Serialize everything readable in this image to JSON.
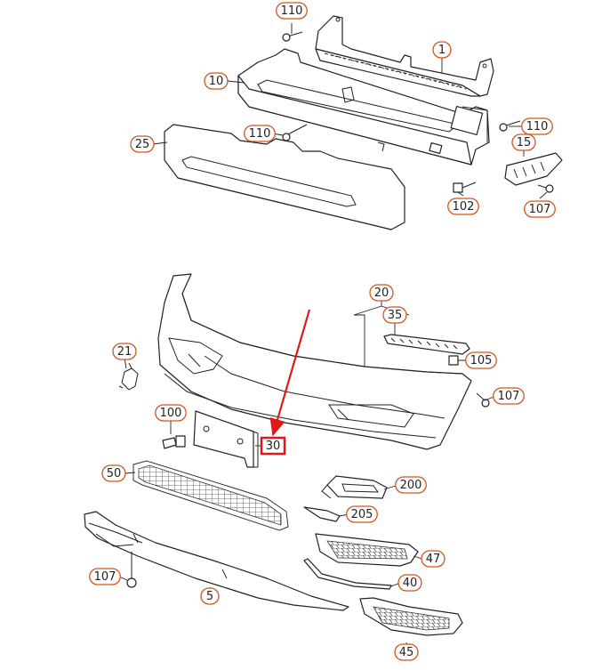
{
  "labels": {
    "l110a": "110",
    "l1": "1",
    "l10": "10",
    "l110b": "110",
    "l110c": "110",
    "l15": "15",
    "l25": "25",
    "l102": "102",
    "l107a": "107",
    "l20": "20",
    "l35": "35",
    "l21": "21",
    "l105": "105",
    "l107b": "107",
    "l100": "100",
    "l30": "30",
    "l50": "50",
    "l200": "200",
    "l205": "205",
    "l47": "47",
    "l107c": "107",
    "l40": "40",
    "l5": "5",
    "l45": "45"
  },
  "colors": {
    "callout_outline": "#d2561f",
    "highlight": "#e01818",
    "line": "#222222"
  }
}
